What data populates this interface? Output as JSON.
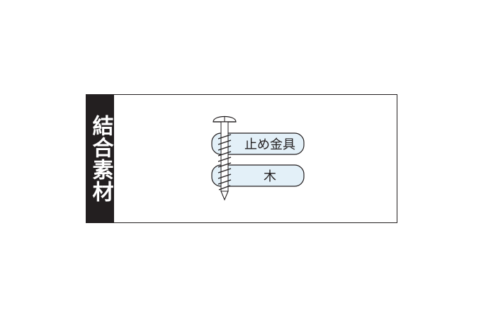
{
  "side_label": "結合素材",
  "layers": [
    {
      "label": "止め金具"
    },
    {
      "label": "木"
    }
  ],
  "colors": {
    "plate_fill": "#e3f0f8",
    "outline": "#231f20",
    "label_bg": "#231f20",
    "label_text": "#ffffff"
  }
}
